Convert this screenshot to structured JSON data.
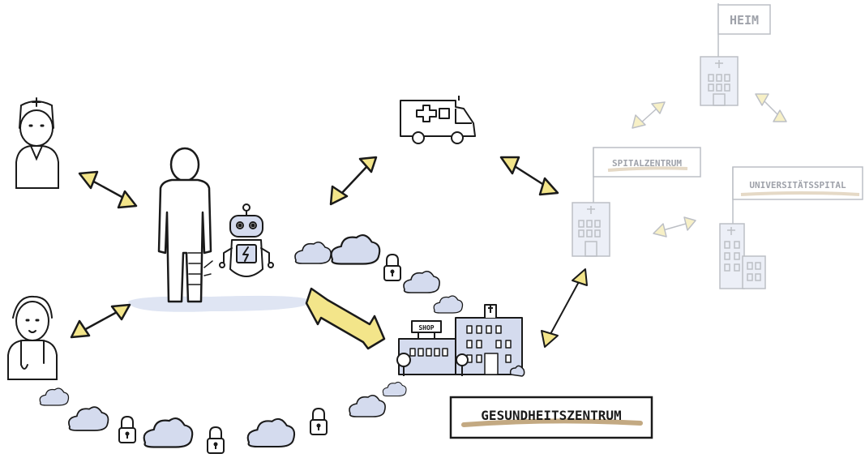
{
  "labels": {
    "heim": "HEIM",
    "spitalzentrum": "SPITALZENTRUM",
    "universitaetsspital": "UNIVERSITÄTSSPITAL",
    "gesundheitszentrum": "GESUNDHEITSZENTRUM",
    "shop": "SHOP"
  },
  "colors": {
    "ink": "#1a1a1a",
    "faded_ink": "#b9bcc2",
    "arrow_yellow": "#f3e58a",
    "faded_yellow": "#f7f0c4",
    "building_blue": "#d4dbee",
    "faded_blue": "#eceff7",
    "cloud_blue": "#d4dbee",
    "underline_brown": "#b89a6c"
  },
  "icons": {
    "nurse": "nurse-icon",
    "doctor": "doctor-icon",
    "patient": "patient-icon",
    "robot": "robot-icon",
    "ambulance": "ambulance-icon",
    "health_center": "health-center-building-icon",
    "home": "home-building-icon",
    "hospital_center": "hospital-center-building-icon",
    "university_hospital": "university-hospital-building-icon",
    "cloud": "cloud-icon",
    "lock": "padlock-icon"
  }
}
